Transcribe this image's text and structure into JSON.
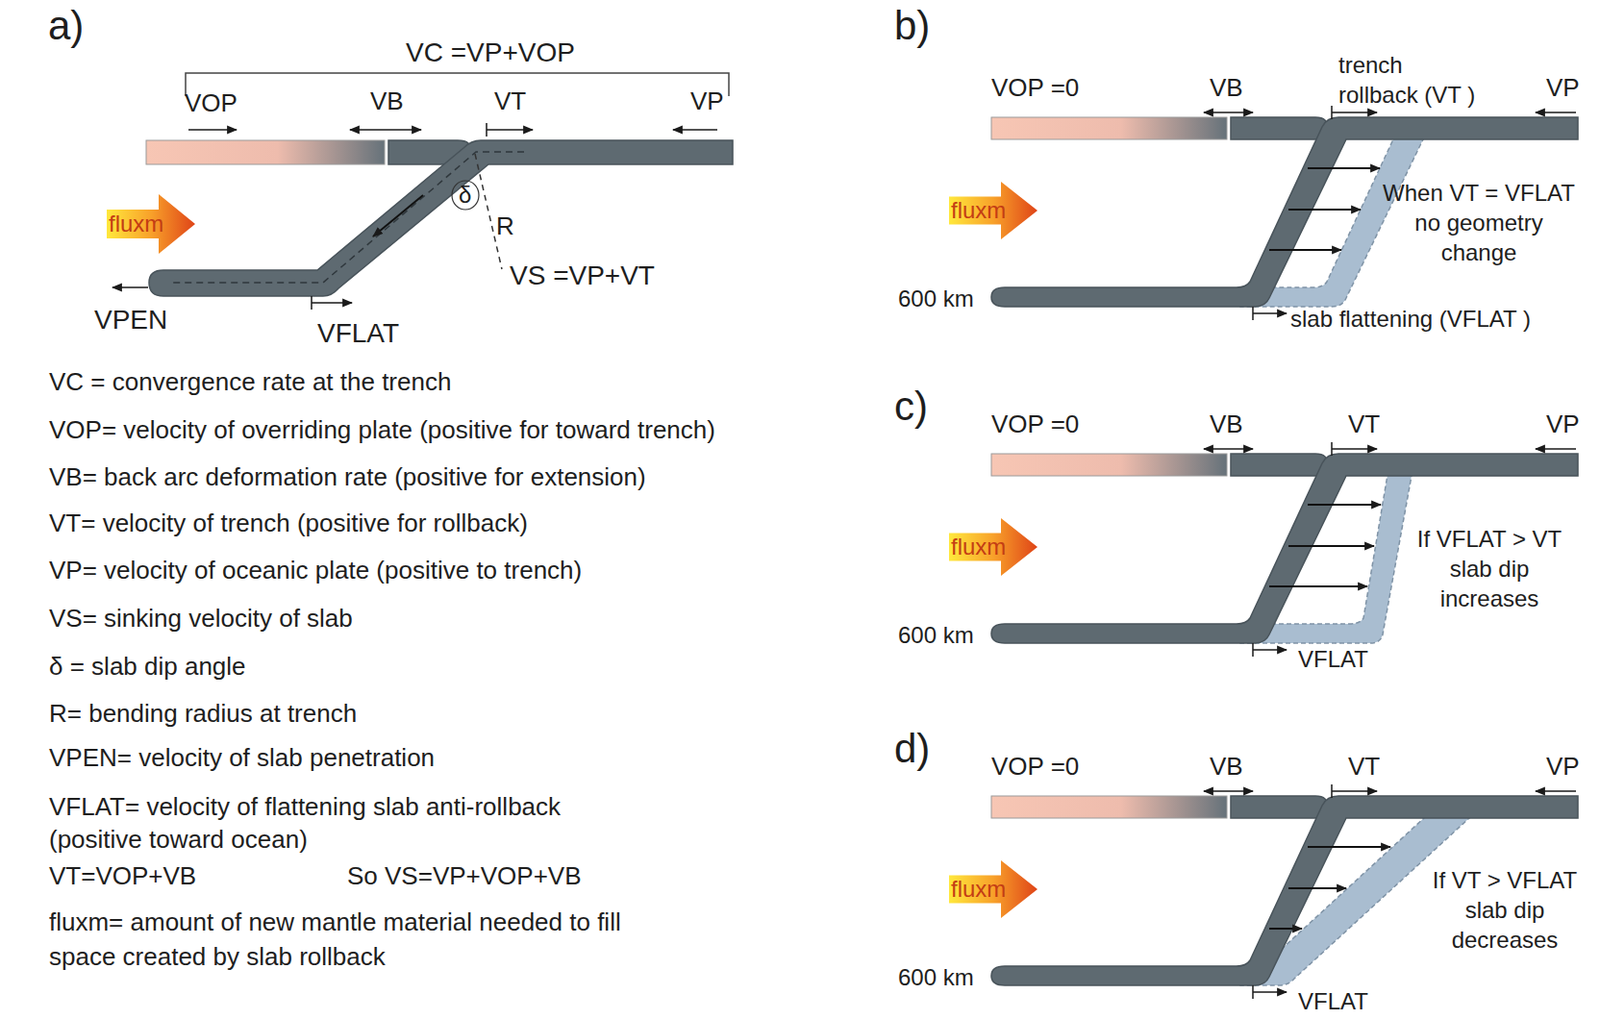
{
  "diagram": {
    "nodes": [
      {
        "text": [
          "fluxm"
        ]
      },
      {
        "text": [
          "fluxm"
        ]
      },
      {
        "text": [
          "fluxm"
        ]
      },
      {
        "text": [
          "fluxm"
        ]
      }
    ],
    "labels": [
      "a)",
      "VC =VP+VOP",
      "VOP",
      "VB",
      "VT",
      "VP",
      "δ",
      "R",
      "VS =VP+VT",
      "VPEN",
      "VFLAT",
      "VC = convergence rate at the trench",
      "VOP= velocity of overriding plate (positive for toward trench)",
      "VB= back arc deformation rate (positive for extension)",
      "VT= velocity of trench (positive for rollback)",
      "VP= velocity of oceanic plate (positive to trench)",
      "VS= sinking velocity of slab",
      "δ = slab dip angle",
      "R= bending radius at trench",
      "VPEN= velocity of slab penetration",
      "VFLAT= velocity of flattening slab anti-rollback (positive toward ocean)",
      "VT=VOP+VB",
      "So VS=VP+VOP+VB",
      "fluxm= amount of new mantle material needed to fill space created by slab rollback",
      "b)",
      "VOP =0",
      "VB",
      "trench rollback (VT )",
      "VP",
      "When VT = VFLAT no geometry change",
      "600 km",
      "slab flattening (VFLAT )",
      "c)",
      "VOP =0",
      "VB",
      "VT",
      "VP",
      "If VFLAT > VT slab dip increases",
      "600 km",
      "VFLAT",
      "d)",
      "VOP =0",
      "VB",
      "VT",
      "VP",
      "If VT > VFLAT slab dip decreases",
      "600 km",
      "VFLAT"
    ]
  }
}
